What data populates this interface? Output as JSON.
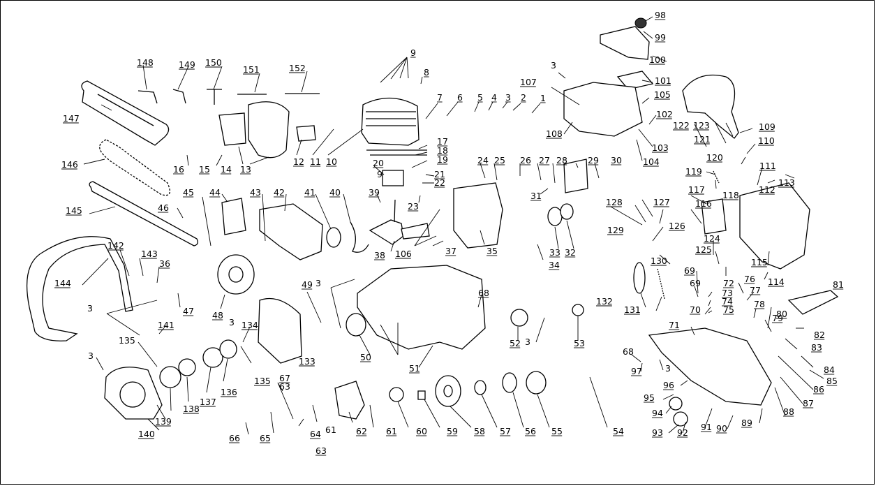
{
  "callouts": [
    "1",
    "2",
    "3",
    "4",
    "5",
    "6",
    "7",
    "8",
    "9",
    "10",
    "11",
    "12",
    "13",
    "14",
    "15",
    "16",
    "17",
    "18",
    "19",
    "20",
    "21",
    "22",
    "23",
    "24",
    "25",
    "26",
    "27",
    "28",
    "29",
    "30",
    "31",
    "32",
    "33",
    "34",
    "35",
    "36",
    "37",
    "38",
    "39",
    "40",
    "41",
    "42",
    "43",
    "44",
    "45",
    "46",
    "47",
    "48",
    "49",
    "50",
    "51",
    "52",
    "53",
    "54",
    "55",
    "56",
    "57",
    "58",
    "59",
    "60",
    "61",
    "62",
    "63",
    "64",
    "65",
    "66",
    "67",
    "68",
    "69",
    "70",
    "71",
    "72",
    "73",
    "74",
    "75",
    "76",
    "77",
    "78",
    "79",
    "80",
    "81",
    "82",
    "83",
    "84",
    "85",
    "86",
    "87",
    "88",
    "89",
    "90",
    "91",
    "92",
    "93",
    "94",
    "95",
    "96",
    "97",
    "98",
    "99",
    "100",
    "101",
    "102",
    "103",
    "104",
    "105",
    "106",
    "107",
    "108",
    "109",
    "110",
    "111",
    "112",
    "113",
    "114",
    "115",
    "116",
    "117",
    "118",
    "119",
    "120",
    "121",
    "122",
    "123",
    "124",
    "125",
    "126",
    "127",
    "128",
    "129",
    "130",
    "131",
    "132",
    "133",
    "134",
    "135",
    "136",
    "137",
    "138",
    "139",
    "140",
    "141",
    "142",
    "143",
    "144",
    "145",
    "146",
    "147",
    "148",
    "149",
    "150",
    "151",
    "152"
  ]
}
